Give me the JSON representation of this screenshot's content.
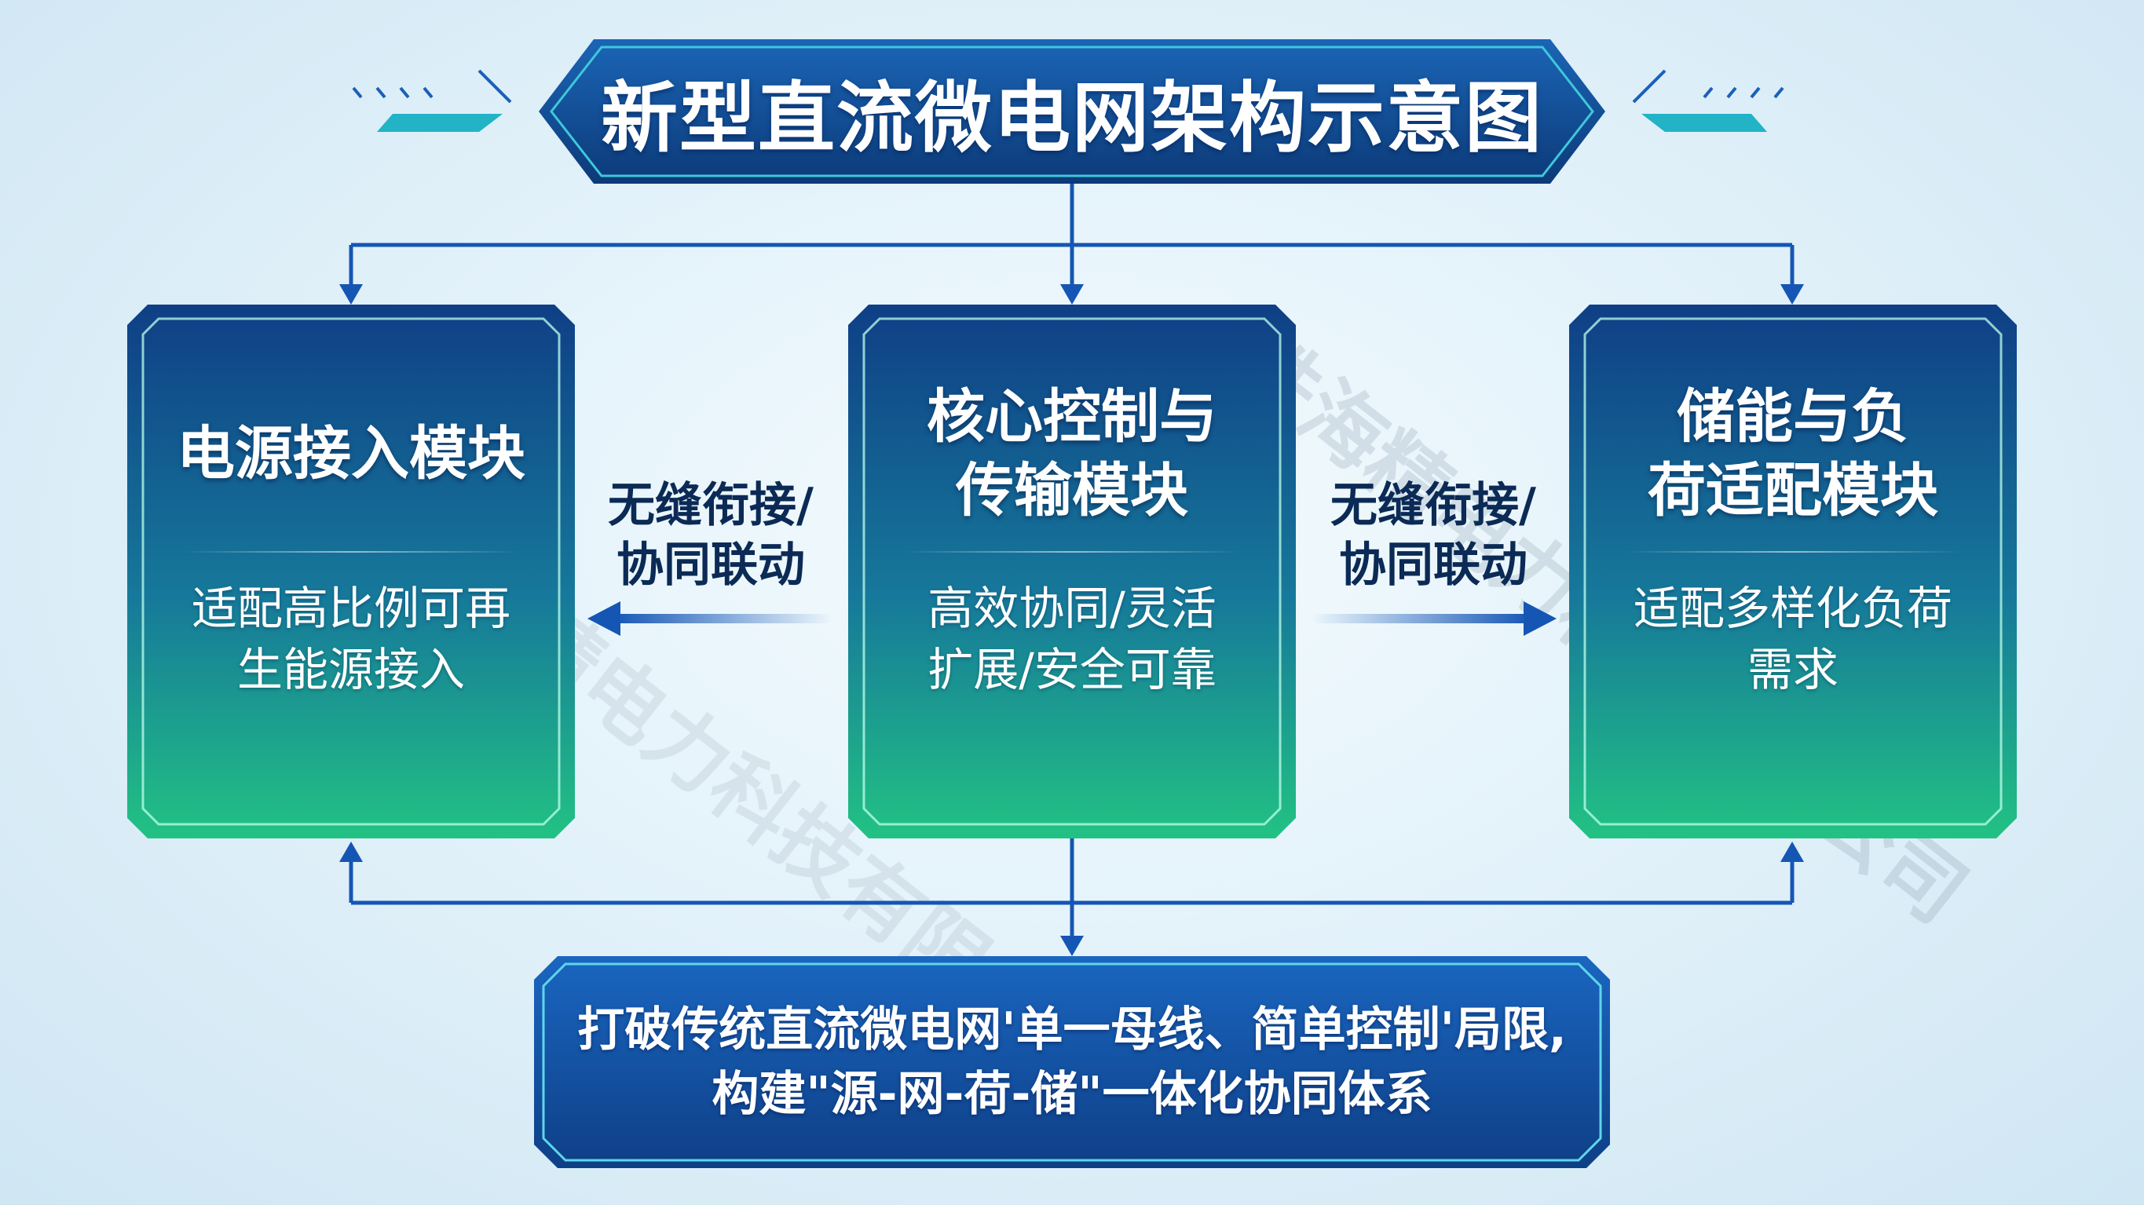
{
  "title": "新型直流微电网架构示意图",
  "modules": [
    {
      "title": "电源接入模块",
      "desc_lines": [
        "适配高比例可再",
        "生能源接入"
      ]
    },
    {
      "title_lines": [
        "核心控制与",
        "传输模块"
      ],
      "desc_lines": [
        "高效协同/灵活",
        "扩展/安全可靠"
      ]
    },
    {
      "title_lines": [
        "储能与负",
        "荷适配模块"
      ],
      "desc_lines": [
        "适配多样化负荷",
        "需求"
      ]
    }
  ],
  "connectors": {
    "left": {
      "lines": [
        "无缝衔接/",
        "协同联动"
      ],
      "direction": "left"
    },
    "right": {
      "lines": [
        "无缝衔接/",
        "协同联动"
      ],
      "direction": "right"
    }
  },
  "summary": {
    "lines": [
      "打破传统直流微电网'单一母线、简单控制'局限,",
      "构建\"源-网-荷-储\"一体化协同体系"
    ]
  },
  "watermark": "珠海精电力科技有限公司",
  "colors": {
    "card_top": "#0f3f86",
    "card_bottom": "#1fb97e",
    "line": "#1556b4",
    "title_bg": "#0f4a92",
    "accent": "#19b6c9"
  }
}
